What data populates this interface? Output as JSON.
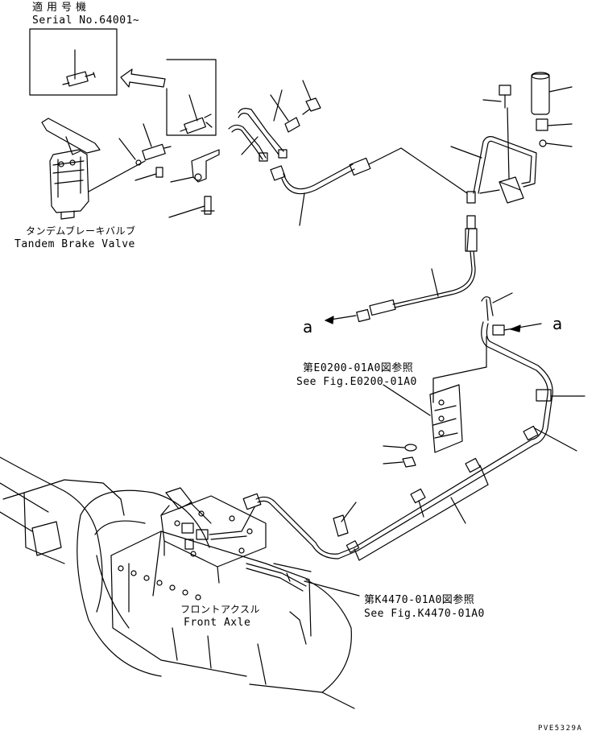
{
  "serial_header": {
    "jp": "適用号機",
    "en": "Serial No.64001~"
  },
  "components": {
    "tandem_brake_valve": {
      "jp": "タンデムブレーキバルブ",
      "en": "Tandem Brake Valve"
    },
    "front_axle": {
      "jp": "フロントアクスル",
      "en": "Front Axle"
    }
  },
  "references": {
    "ref_e0200": {
      "jp": "第E0200-01A0図参照",
      "en": "See Fig.E0200-01A0"
    },
    "ref_k4470": {
      "jp": "第K4470-01A0図参照",
      "en": "See Fig.K4470-01A0"
    }
  },
  "connection_marks": {
    "left": "a",
    "right": "a"
  },
  "drawing_code": "PVE5329A"
}
